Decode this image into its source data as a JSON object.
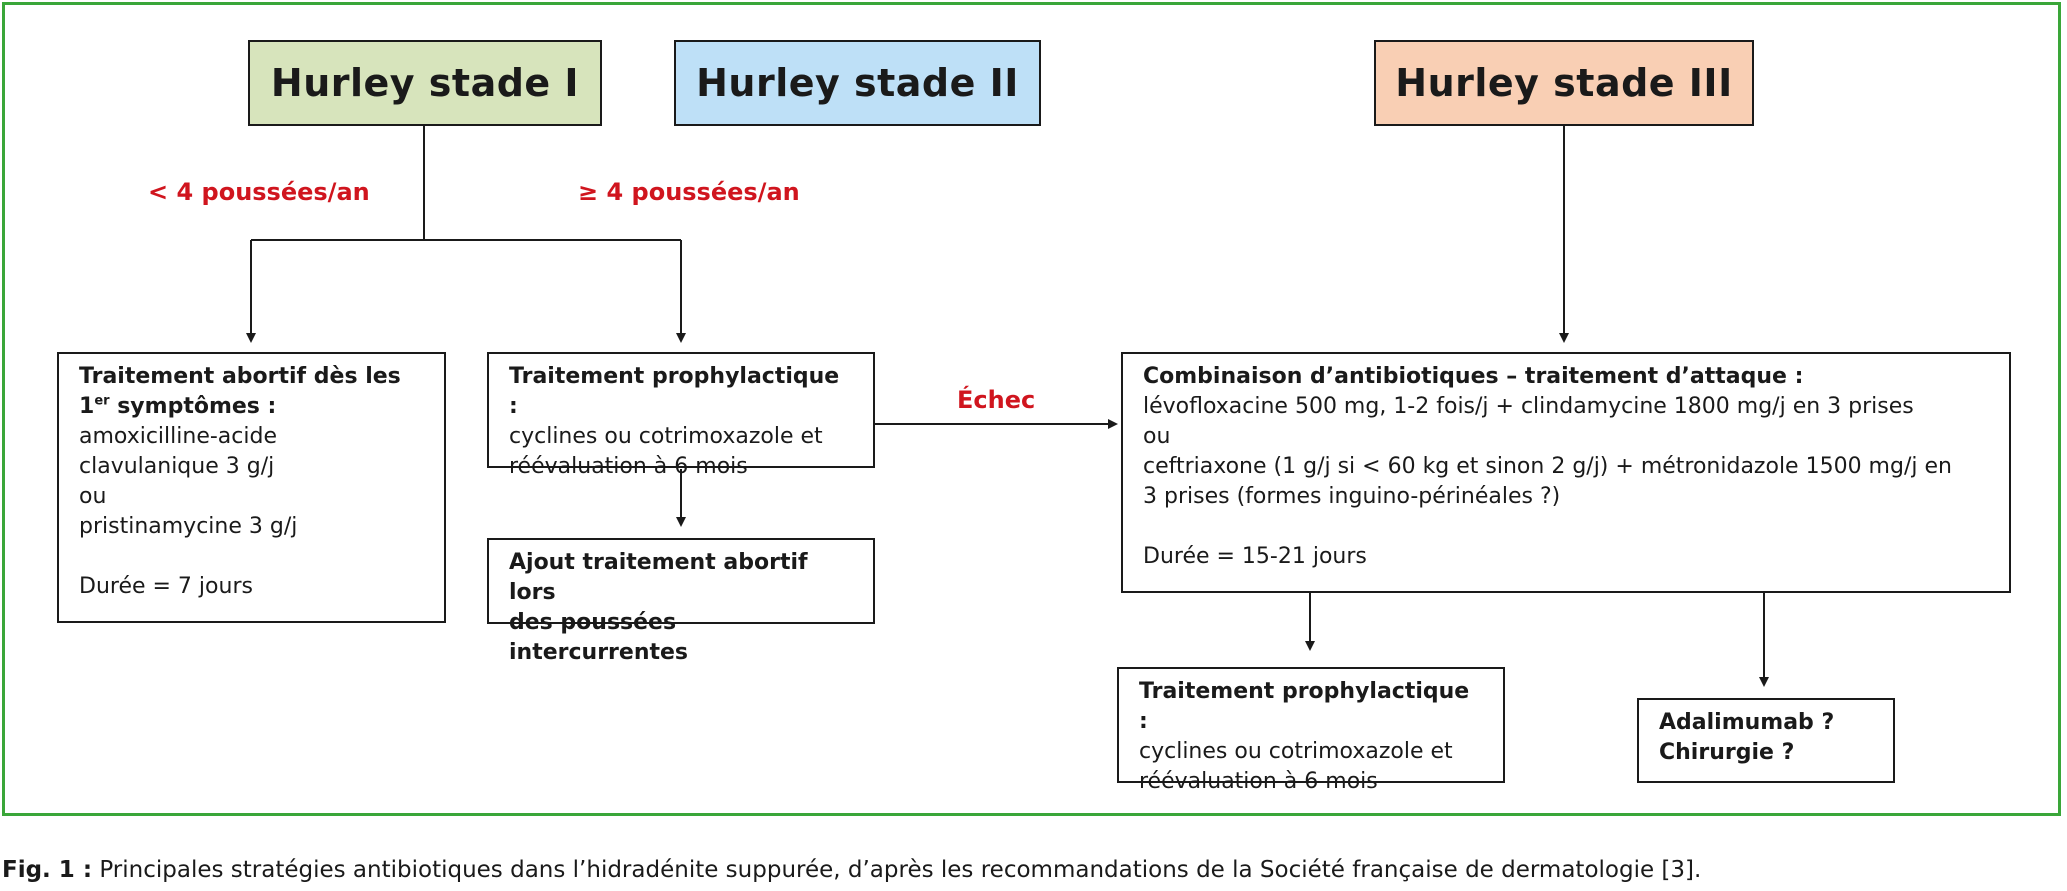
{
  "stages": {
    "s1": {
      "label": "Hurley stade I",
      "color": "#d7e4bc"
    },
    "s2": {
      "label": "Hurley stade II",
      "color": "#bee0f7"
    },
    "s3": {
      "label": "Hurley stade III",
      "color": "#f9cfb4"
    }
  },
  "conditions": {
    "less": "< 4 poussées/an",
    "more": "≥ 4 poussées/an",
    "failure": "Échec"
  },
  "boxes": {
    "abortive": {
      "head_pre": "Traitement abortif dès les",
      "head_num": "1",
      "head_sup": "er",
      "head_post": " symptômes :",
      "lines": [
        "amoxicilline-acide",
        "clavulanique 3 g/j",
        "ou",
        "pristinamycine 3 g/j"
      ],
      "duration": "Durée = 7 jours"
    },
    "prophylactic": {
      "head": "Traitement prophylactique :",
      "lines": [
        "cyclines ou cotrimoxazole et",
        "réévaluation à 6 mois"
      ]
    },
    "add_abortive": {
      "lines": [
        "Ajout traitement abortif lors",
        "des poussées intercurrentes"
      ]
    },
    "combination": {
      "head": "Combinaison d’antibiotiques – traitement d’attaque :",
      "lines": [
        "lévofloxacine 500 mg, 1-2 fois/j + clindamycine 1800 mg/j en 3 prises",
        "ou",
        "ceftriaxone (1 g/j si < 60 kg et sinon 2 g/j) + métronidazole 1500 mg/j en",
        "3 prises (formes inguino-périnéales ?)"
      ],
      "duration": "Durée = 15-21 jours"
    },
    "prophylactic2": {
      "head": "Traitement prophylactique :",
      "lines": [
        "cyclines ou cotrimoxazole et",
        "réévaluation à 6 mois"
      ]
    },
    "biologic": {
      "lines": [
        "Adalimumab ?",
        "Chirurgie ?"
      ]
    }
  },
  "caption": {
    "label": "Fig. 1 :",
    "text": " Principales stratégies antibiotiques dans l’hidradénite suppurée, d’après les recommandations de la Société française de dermatologie [3]."
  }
}
